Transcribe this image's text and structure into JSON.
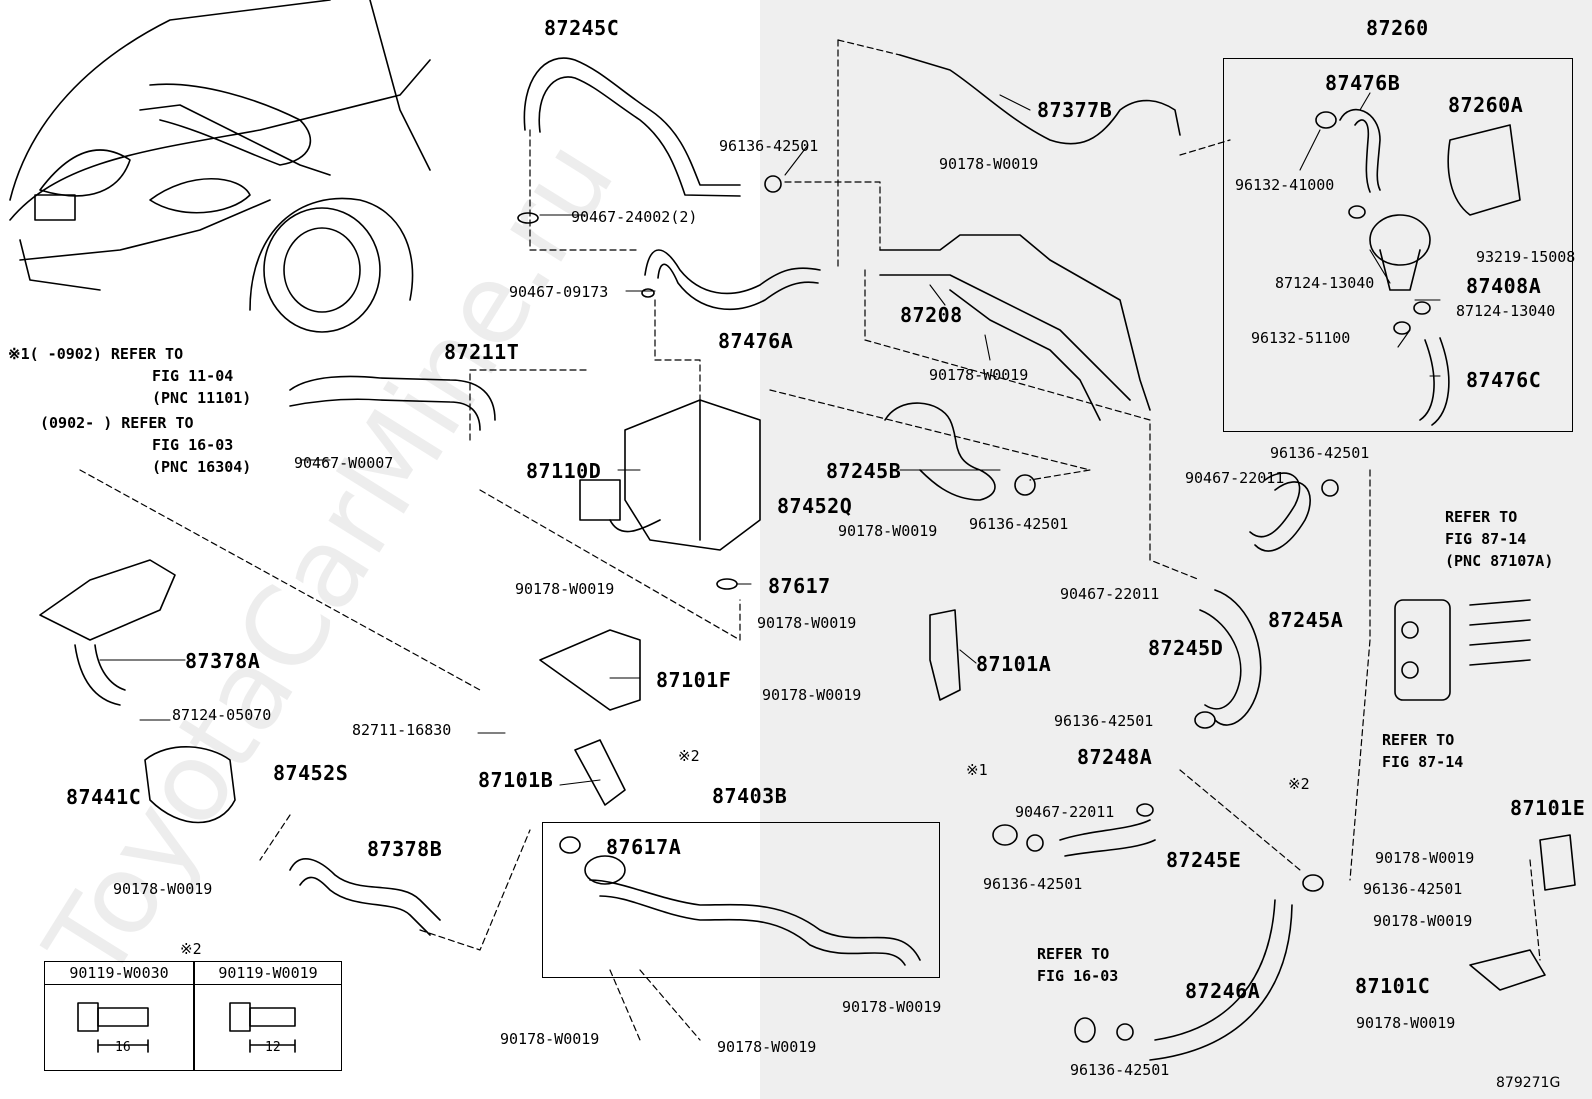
{
  "figure_code": "879271G",
  "watermark": "ToyotaCarMine.ru",
  "parts": {
    "p87245C": "87245C",
    "p87260": "87260",
    "p87476B": "87476B",
    "p87260A": "87260A",
    "p96132_41000": "96132-41000",
    "p93219_15008": "93219-15008",
    "p87124_13040_a": "87124-13040",
    "p87408A": "87408A",
    "p87124_13040_b": "87124-13040",
    "p96132_51100": "96132-51100",
    "p87476C": "87476C",
    "p87377B": "87377B",
    "p96136_42501_a": "96136-42501",
    "p90178_W0019_a": "90178-W0019",
    "p90467_24002": "90467-24002(2)",
    "p90467_09173": "90467-09173",
    "p87476A": "87476A",
    "p87208": "87208",
    "p90178_W0019_b": "90178-W0019",
    "p87211T": "87211T",
    "p90467_W0007": "90467-W0007",
    "p87110D": "87110D",
    "p87245B": "87245B",
    "p87452Q": "87452Q",
    "p96136_42501_b": "96136-42501",
    "p90178_W0019_c": "90178-W0019",
    "p96136_42501_c": "96136-42501",
    "p90467_22011_a": "90467-22011",
    "p87617": "87617",
    "p90178_W0019_d": "90178-W0019",
    "p90178_W0019_e": "90178-W0019",
    "p87101A": "87101A",
    "p87101F": "87101F",
    "p90467_22011_b": "90467-22011",
    "p87245A": "87245A",
    "p87245D": "87245D",
    "p87378A": "87378A",
    "p90178_W0019_f": "90178-W0019",
    "p87124_05070": "87124-05070",
    "p82711_16830": "82711-16830",
    "p96136_42501_d": "96136-42501",
    "p87248A": "87248A",
    "p87441C": "87441C",
    "p87452S": "87452S",
    "p87101B": "87101B",
    "p87403B": "87403B",
    "p90467_22011_c": "90467-22011",
    "p87101E": "87101E",
    "p87617A": "87617A",
    "p87378B": "87378B",
    "p90178_W0019_g": "90178-W0019",
    "p96136_42501_e": "96136-42501",
    "p87245E": "87245E",
    "p90178_W0019_h": "90178-W0019",
    "p96136_42501_f": "96136-42501",
    "p90178_W0019_i": "90178-W0019",
    "p87101C": "87101C",
    "p87246A": "87246A",
    "p90178_W0019_j": "90178-W0019",
    "p90178_W0019_k": "90178-W0019",
    "p90178_W0019_l": "90178-W0019",
    "p96136_42501_g": "96136-42501"
  },
  "refs": {
    "note1_line1": "※1(    -0902) REFER TO",
    "note1_line2": "FIG 11-04",
    "note1_line3": "(PNC 11101)",
    "note2_line1": "(0902-    ) REFER TO",
    "note2_line2": "FIG 16-03",
    "note2_line3": "(PNC 16304)",
    "fig87_14a_1": "REFER TO",
    "fig87_14a_2": "FIG 87-14",
    "fig87_14a_3": "(PNC 87107A)",
    "fig87_14b_1": "REFER TO",
    "fig87_14b_2": "FIG 87-14",
    "fig16_03_1": "REFER TO",
    "fig16_03_2": "FIG 16-03",
    "mark1": "※1",
    "mark2_a": "※2",
    "mark2_b": "※2",
    "mark2_table": "※2"
  },
  "bolt_table": {
    "col1_header": "90119-W0030",
    "col2_header": "90119-W0019",
    "col1_len": "16",
    "col2_len": "12"
  }
}
